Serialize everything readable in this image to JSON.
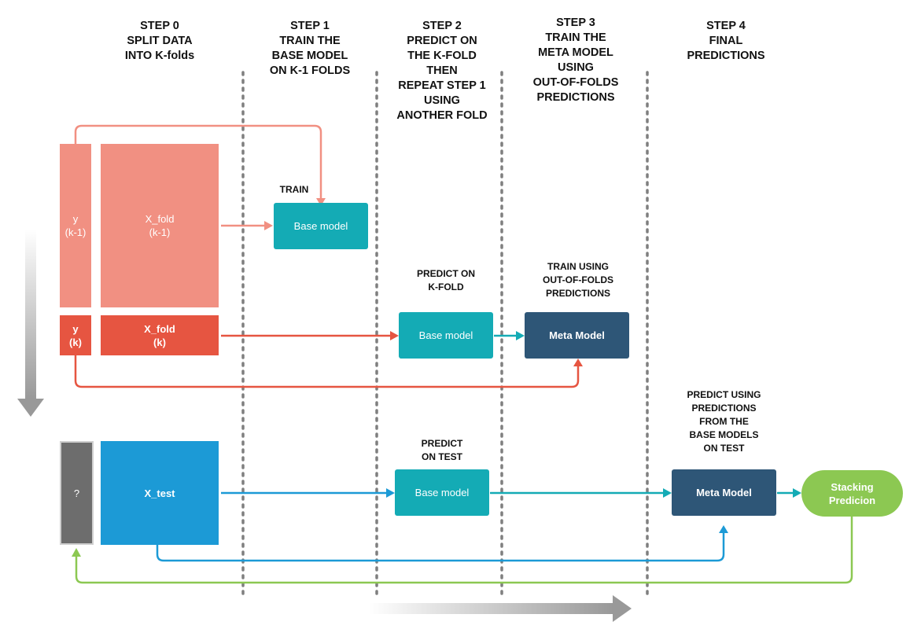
{
  "steps": [
    {
      "label": "STEP 0\nSPLIT DATA\nINTO K-folds"
    },
    {
      "label": "STEP 1\nTRAIN THE\nBASE MODEL\nON K-1 FOLDS"
    },
    {
      "label": "STEP 2\nPREDICT ON\nTHE K-FOLD\nTHEN\nREPEAT STEP 1\nUSING\nANOTHER FOLD"
    },
    {
      "label": "STEP 3\nTRAIN THE\nMETA MODEL\nUSING\nOUT-OF-FOLDS\nPREDICTIONS"
    },
    {
      "label": "STEP 4\nFINAL\nPREDICTIONS"
    }
  ],
  "annotations": {
    "train": "TRAIN",
    "predict_kfold": "PREDICT ON\nK-FOLD",
    "train_oof": "TRAIN USING\nOUT-OF-FOLDS\nPREDICTIONS",
    "predict_test": "PREDICT\nON TEST",
    "predict_base": "PREDICT USING\nPREDICTIONS\nFROM THE\nBASE MODELS\nON TEST"
  },
  "nodes": {
    "y_k1": "y\n(k-1)",
    "x_fold_k1": "X_fold\n(k-1)",
    "y_k": "y\n(k)",
    "x_fold_k": "X_fold\n(k)",
    "y_test": "?",
    "x_test": "X_test",
    "base_model_1": "Base model",
    "base_model_2": "Base model",
    "base_model_3": "Base model",
    "meta_model_1": "Meta Model",
    "meta_model_2": "Meta Model",
    "stacking": "Stacking\nPredicion"
  },
  "colors": {
    "salmon": "#f19082",
    "red": "#e65541",
    "teal": "#14abb5",
    "navy": "#2e5677",
    "blue": "#1c9ad6",
    "green": "#8cc852",
    "gray": "#6d6d6d"
  }
}
